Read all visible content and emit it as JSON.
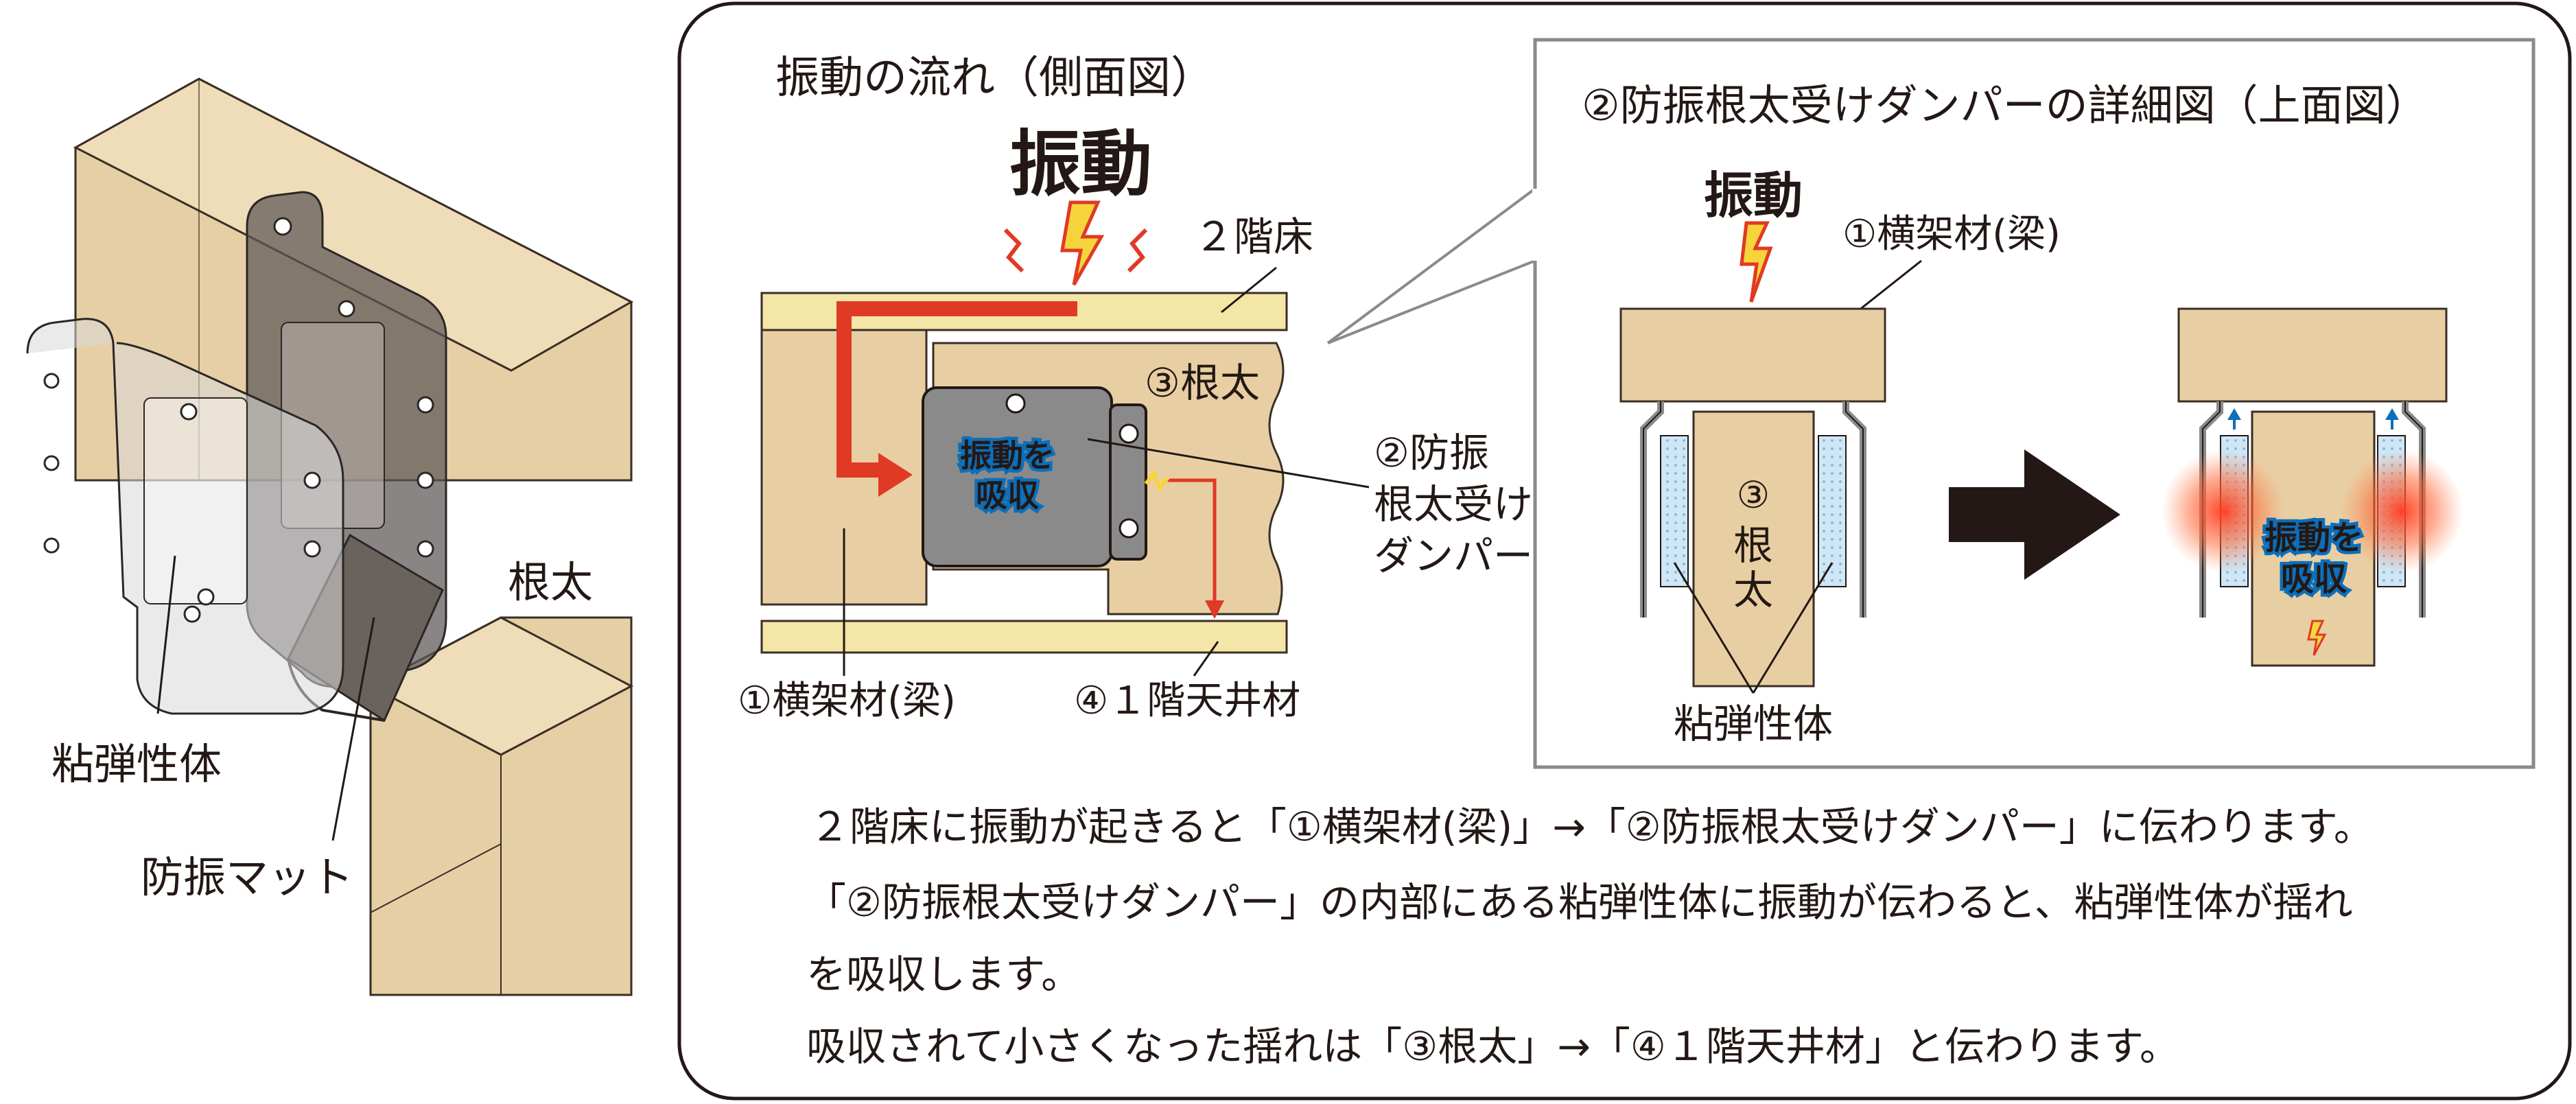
{
  "left_illustration": {
    "label_viscoelastic": "粘弾性体",
    "label_mat": "防振マット",
    "label_joist": "根太"
  },
  "side_view": {
    "title": "振動の流れ（側面図）",
    "vibration": "振動",
    "floor2": "２階床",
    "joist": "③根太",
    "absorb_line1": "振動を",
    "absorb_line2": "吸収",
    "damper_line1": "②防振",
    "damper_line2": "根太受け",
    "damper_line3": "ダンパー",
    "beam": "①横架材(梁)",
    "ceiling": "④１階天井材"
  },
  "top_view": {
    "title": "②防振根太受けダンパーの詳細図（上面図）",
    "vibration": "振動",
    "beam": "①横架材(梁)",
    "joist_num": "③",
    "joist_c1": "根",
    "joist_c2": "太",
    "viscoelastic": "粘弾性体",
    "absorb_line1": "振動を",
    "absorb_line2": "吸収"
  },
  "description": {
    "line1": "２階床に振動が起きると「①横架材(梁)」→「②防振根太受けダンパー」に伝わります。",
    "line2": "「②防振根太受けダンパー」の内部にある粘弾性体に振動が伝わると、粘弾性体が揺れ",
    "line3": "を吸収します。",
    "line4": "吸収されて小さくなった揺れは「③根太」→「④１階天井材」と伝わります。"
  },
  "colors": {
    "wood": "#e8cfa3",
    "wood_edge": "#3a2e25",
    "floor_board": "#f3e6a6",
    "vibration_red": "#e03a25",
    "vibration_yellow": "#f5d53b",
    "absorb_blue": "#0c6fba",
    "damper_gray": "#8a8a8a",
    "gel_blue": "#cfe6f5"
  }
}
